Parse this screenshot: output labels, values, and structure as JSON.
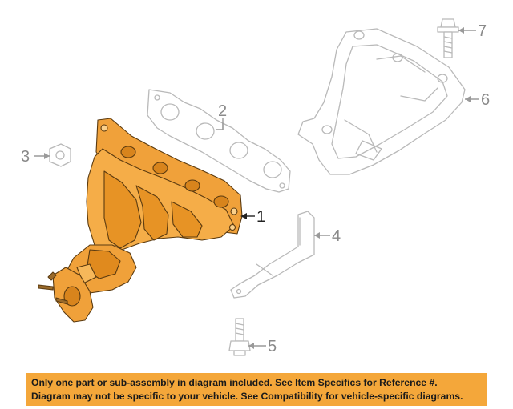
{
  "diagram": {
    "callouts": {
      "c1": "1",
      "c2": "2",
      "c3": "3",
      "c4": "4",
      "c5": "5",
      "c6": "6",
      "c7": "7"
    },
    "colors": {
      "highlight_part": "#f0a13a",
      "ghost_parts": "#b9b9b9",
      "banner": "#f4a73a"
    }
  },
  "disclaimer": {
    "line1": "Only one part or sub-assembly in diagram included. See Item Specifics for Reference #.",
    "line2": "Diagram may not be specific to your vehicle. See Compatibility for vehicle-specific diagrams."
  }
}
